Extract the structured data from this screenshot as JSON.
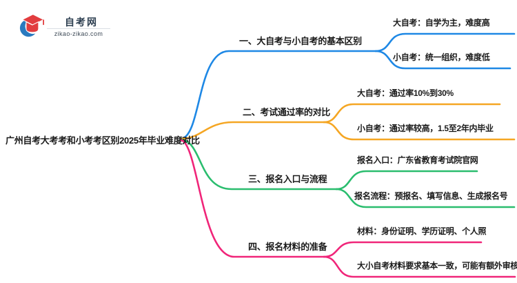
{
  "logo": {
    "site_name": "自考网",
    "site_url": "zikao-zikao.com"
  },
  "mindmap": {
    "root": {
      "label": "广州自考大考考和小考考区别2025年毕业难度对比"
    },
    "branches": [
      {
        "label": "一、大自考与小自考的基本区别",
        "color": "#1e88e5",
        "children": [
          {
            "label": "大自考：自学为主，难度高"
          },
          {
            "label": "小自考：统一组织，难度低"
          }
        ]
      },
      {
        "label": "二、考试通过率的对比",
        "color": "#f5a623",
        "children": [
          {
            "label": "大自考：通过率10%到30%"
          },
          {
            "label": "小自考：通过率较高，1.5至2年内毕业"
          }
        ]
      },
      {
        "label": "三、报名入口与流程",
        "color": "#2abd6e",
        "children": [
          {
            "label": "报名入口：广东省教育考试院官网"
          },
          {
            "label": "报名流程：预报名、填写信息、生成报名号"
          }
        ]
      },
      {
        "label": "四、报名材料的准备",
        "color": "#f02579",
        "children": [
          {
            "label": "材料：身份证明、学历证明、个人照"
          },
          {
            "label": "大小自考材料要求基本一致，可能有额外审核"
          }
        ]
      }
    ]
  },
  "colors": {
    "text": "#1a1a1a",
    "logo_blue": "#2a7abf",
    "logo_red": "#e23d3f"
  }
}
